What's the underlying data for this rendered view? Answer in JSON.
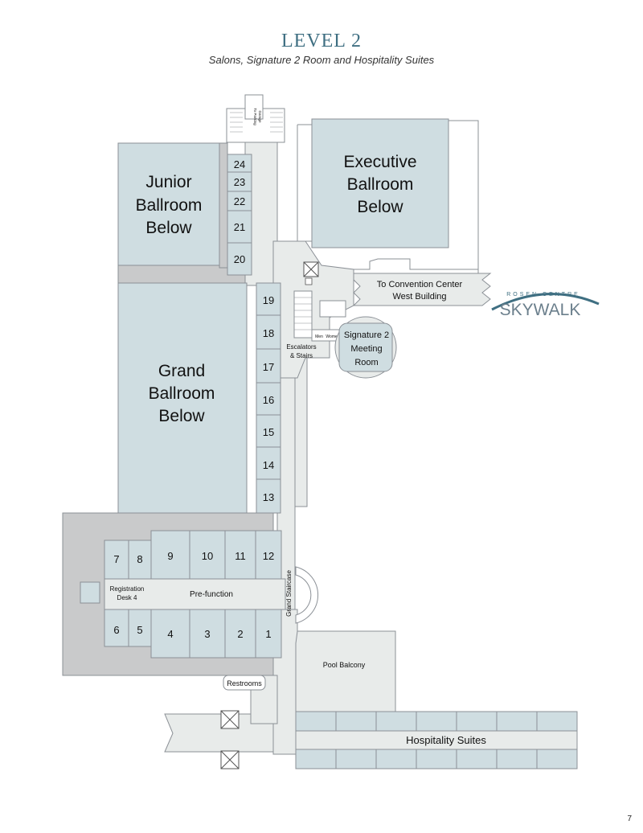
{
  "header": {
    "title": "LEVEL 2",
    "subtitle": "Salons, Signature 2 Room and Hospitality Suites"
  },
  "page_number": "7",
  "colors": {
    "room": "#cfdde1",
    "corridor": "#e8ebea",
    "backspace": "#c9cacb",
    "wall": "#8b9096",
    "accent": "#3f6f82"
  },
  "rooms": {
    "junior_ballroom": [
      "Junior",
      "Ballroom",
      "Below"
    ],
    "executive_ballroom": [
      "Executive",
      "Ballroom",
      "Below"
    ],
    "grand_ballroom": [
      "Grand",
      "Ballroom",
      "Below"
    ],
    "signature_room": [
      "Signature 2",
      "Meeting",
      "Room"
    ],
    "pool_balcony": "Pool Balcony",
    "hospitality_suites": "Hospitality Suites",
    "prefunction": "Pre-function",
    "registration": [
      "Registration",
      "Desk 4"
    ],
    "restrooms": "Restrooms",
    "escalators": [
      "Escalators",
      "& Stairs"
    ],
    "grand_staircase": "Grand Staircase",
    "men": "Men",
    "women": "Women",
    "to_parking": [
      "To Parking",
      "Garage"
    ]
  },
  "salons": {
    "upper_left": [
      "24",
      "23",
      "22",
      "21",
      "20"
    ],
    "east_column": [
      "19",
      "18",
      "17",
      "16",
      "15",
      "14",
      "13"
    ],
    "top_row": [
      "7",
      "8",
      "9",
      "10",
      "11",
      "12"
    ],
    "bottom_row": [
      "6",
      "5",
      "4",
      "3",
      "2",
      "1"
    ]
  },
  "convention_link": [
    "To Convention Center",
    "West Building"
  ],
  "skywalk": {
    "arc_text": "ROSEN CENTRE",
    "wordmark": "SKYWALK"
  }
}
